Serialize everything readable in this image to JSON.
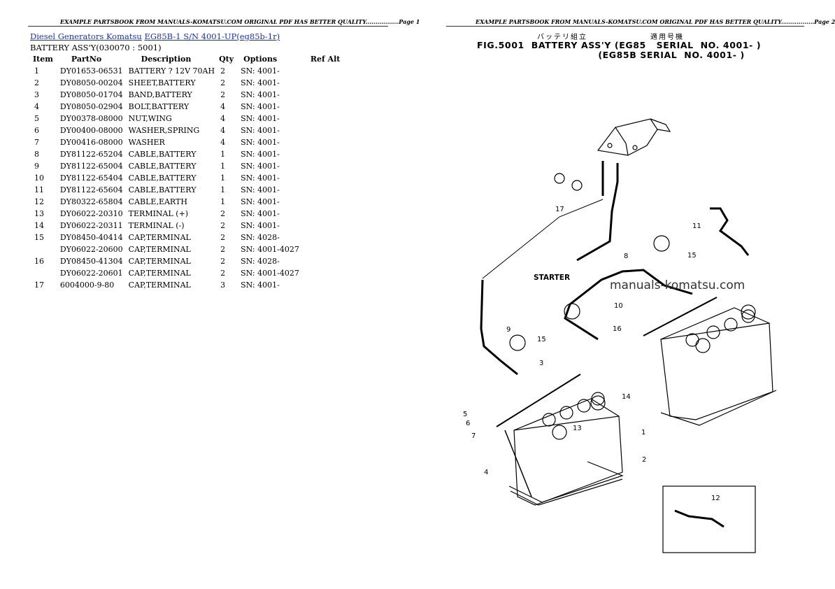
{
  "header": {
    "left": "EXAMPLE PARTSBOOK FROM MANUALS-KOMATSU.COM ORIGINAL PDF HAS BETTER QUALITY.................Page 1",
    "right": "EXAMPLE PARTSBOOK FROM MANUALS-KOMATSU.COM ORIGINAL PDF HAS BETTER QUALITY.................Page 2"
  },
  "breadcrumb": {
    "link1": "Diesel Generators Komatsu",
    "link2": "EG85B-1 S/N 4001-UP(eg85b-1r)"
  },
  "subtitle": "BATTERY ASS'Y(030070 : 5001)",
  "table": {
    "headers": [
      "Item",
      "PartNo",
      "Description",
      "Qty",
      "Options",
      "Ref Alt"
    ],
    "rows": [
      [
        "1",
        "DY01653-06531",
        "BATTERY ? 12V 70AH",
        "2",
        "SN: 4001-"
      ],
      [
        "2",
        "DY08050-00204",
        "SHEET,BATTERY",
        "2",
        "SN: 4001-"
      ],
      [
        "3",
        "DY08050-01704",
        "BAND,BATTERY",
        "2",
        "SN: 4001-"
      ],
      [
        "4",
        "DY08050-02904",
        "BOLT,BATTERY",
        "4",
        "SN: 4001-"
      ],
      [
        "5",
        "DY00378-08000",
        "NUT,WING",
        "4",
        "SN: 4001-"
      ],
      [
        "6",
        "DY00400-08000",
        "WASHER,SPRING",
        "4",
        "SN: 4001-"
      ],
      [
        "7",
        "DY00416-08000",
        "WASHER",
        "4",
        "SN: 4001-"
      ],
      [
        "8",
        "DY81122-65204",
        "CABLE,BATTERY",
        "1",
        "SN: 4001-"
      ],
      [
        "9",
        "DY81122-65004",
        "CABLE,BATTERY",
        "1",
        "SN: 4001-"
      ],
      [
        "10",
        "DY81122-65404",
        "CABLE,BATTERY",
        "1",
        "SN: 4001-"
      ],
      [
        "11",
        "DY81122-65604",
        "CABLE,BATTERY",
        "1",
        "SN: 4001-"
      ],
      [
        "12",
        "DY80322-65804",
        "CABLE,EARTH",
        "1",
        "SN: 4001-"
      ],
      [
        "13",
        "DY06022-20310",
        "TERMINAL (+)",
        "2",
        "SN: 4001-"
      ],
      [
        "14",
        "DY06022-20311",
        "TERMINAL (-)",
        "2",
        "SN: 4001-"
      ],
      [
        "15",
        "DY08450-40414",
        "CAP,TERMINAL",
        "2",
        "SN: 4028-"
      ],
      [
        "",
        "DY06022-20600",
        "CAP,TERMINAL",
        "2",
        "SN: 4001-4027"
      ],
      [
        "16",
        "DY08450-41304",
        "CAP,TERMINAL",
        "2",
        "SN: 4028-"
      ],
      [
        "",
        "DY06022-20601",
        "CAP,TERMINAL",
        "2",
        "SN: 4001-4027"
      ],
      [
        "17",
        "6004000-9-80",
        "CAP,TERMINAL",
        "3",
        "SN: 4001-"
      ]
    ]
  },
  "figure": {
    "jp_title_1": "バッテリ組立",
    "jp_title_2": "適用号機",
    "title": "FIG.5001  BATTERY ASS'Y (EG85   SERIAL  NO. 4001- )\n                                   (EG85B SERIAL  NO. 4001- )",
    "starter_label": "STARTER",
    "watermark": "manuals-komatsu.com",
    "callouts": [
      "1",
      "2",
      "3",
      "4",
      "5",
      "6",
      "7",
      "8",
      "9",
      "10",
      "11",
      "12",
      "13",
      "14",
      "15",
      "15",
      "16",
      "17"
    ]
  }
}
